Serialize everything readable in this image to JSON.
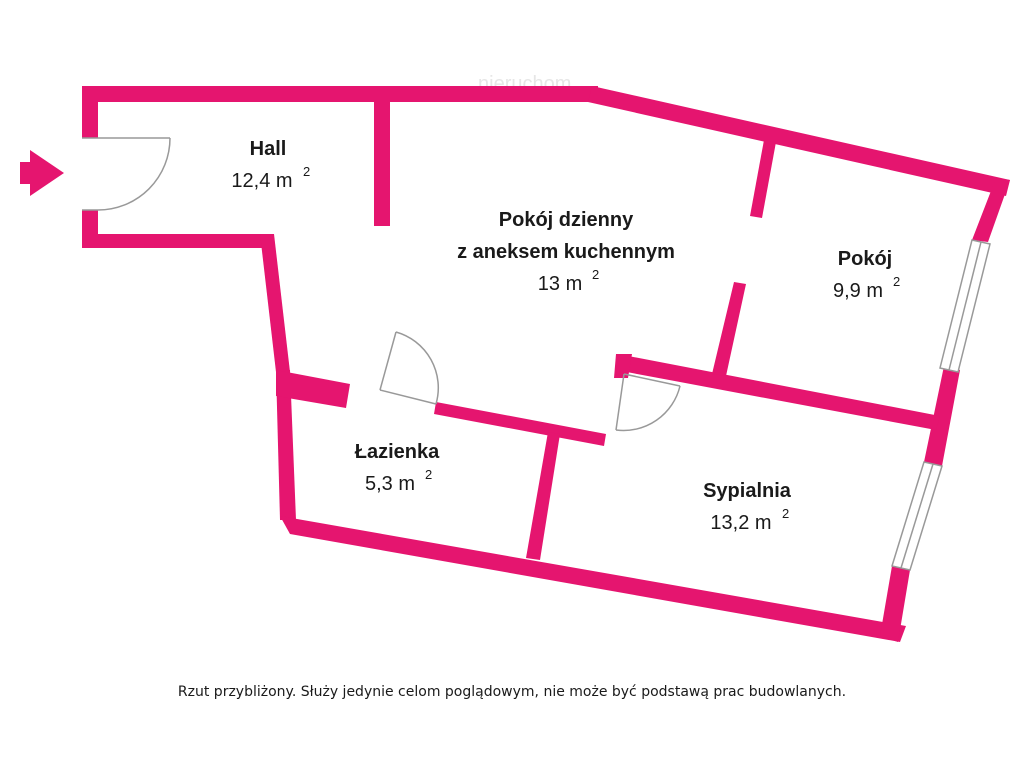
{
  "colors": {
    "wall": "#e5156f",
    "text": "#1a1a1a",
    "line": "#999999"
  },
  "watermark": "nieruchom",
  "rooms": [
    {
      "name": "Hall",
      "area": "12,4 m",
      "sup": "2"
    },
    {
      "name": "Pokój dzienny",
      "name2": "z aneksem kuchennym",
      "area": "13 m",
      "sup": "2"
    },
    {
      "name": "Pokój",
      "area": "9,9 m",
      "sup": "2"
    },
    {
      "name": "Łazienka",
      "area": "5,3 m",
      "sup": "2"
    },
    {
      "name": "Sypialnia",
      "area": "13,2 m",
      "sup": "2"
    }
  ],
  "entrance_icon": "entrance-arrow-icon",
  "caption": "Rzut przybliżony. Służy jedynie celom poglądowym, nie może być podstawą prac budowlanych."
}
